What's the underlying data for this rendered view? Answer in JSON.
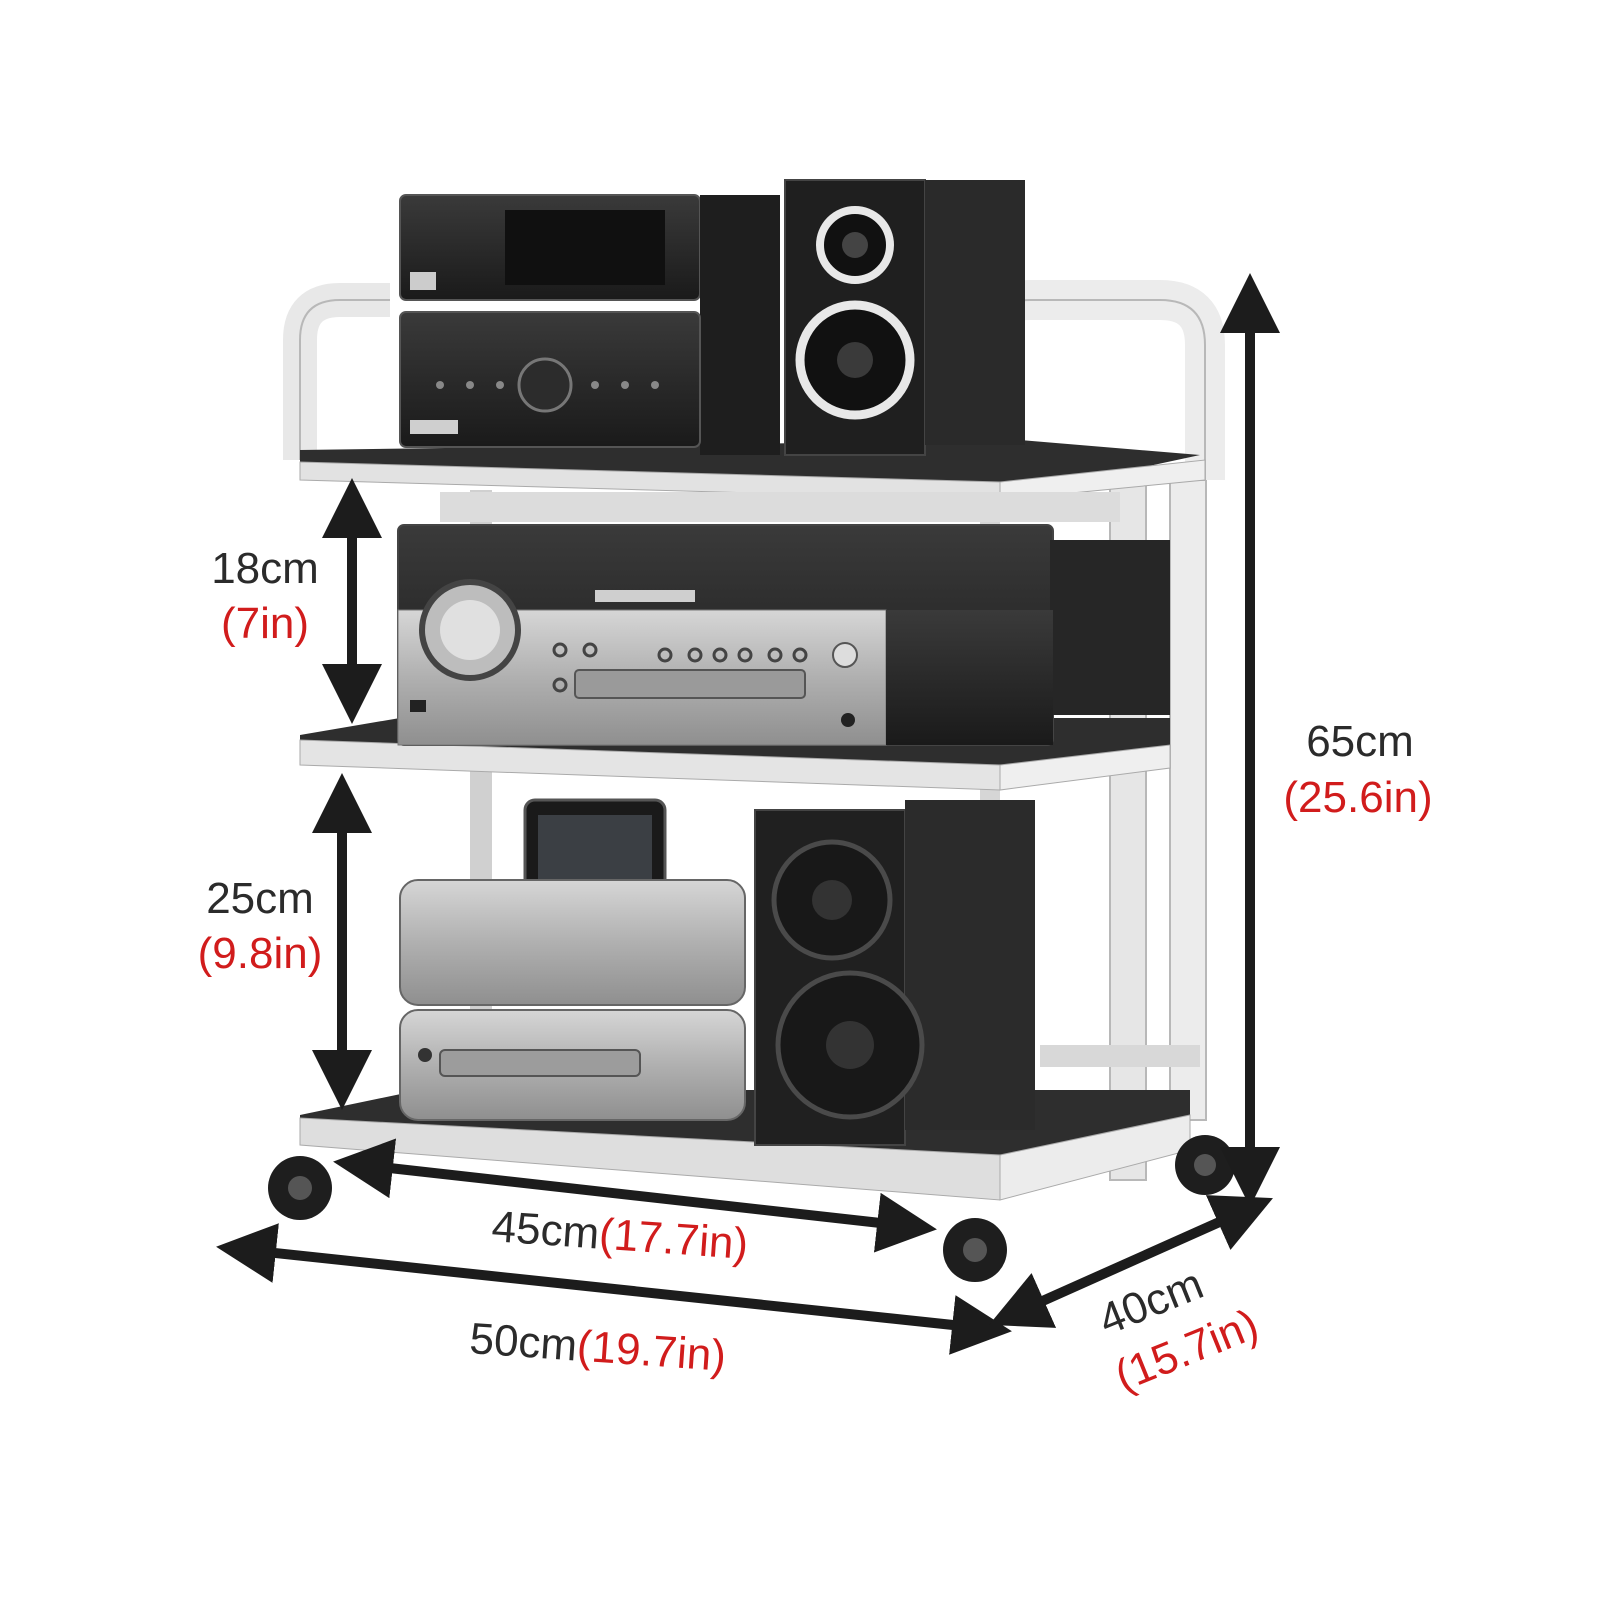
{
  "dimensions": {
    "upper_gap": {
      "metric": "18cm",
      "imperial": "(7in)"
    },
    "lower_gap": {
      "metric": "25cm",
      "imperial": "(9.8in)"
    },
    "height": {
      "metric": "65cm",
      "imperial": "(25.6in)"
    },
    "shelf_width": {
      "metric": "45cm",
      "imperial": "(17.7in)"
    },
    "overall_width": {
      "metric": "50cm",
      "imperial": "(19.7in)"
    },
    "depth": {
      "metric": "40cm",
      "imperial": "(15.7in)"
    }
  },
  "colors": {
    "text": "#2b2b2b",
    "imperial_text": "#d11c1c",
    "arrow": "#1c1c1c",
    "frame": "#e8e8e8",
    "shelf": "#2e2e2e",
    "device_dark": "#262626",
    "device_silver": "#b5b5b5"
  }
}
